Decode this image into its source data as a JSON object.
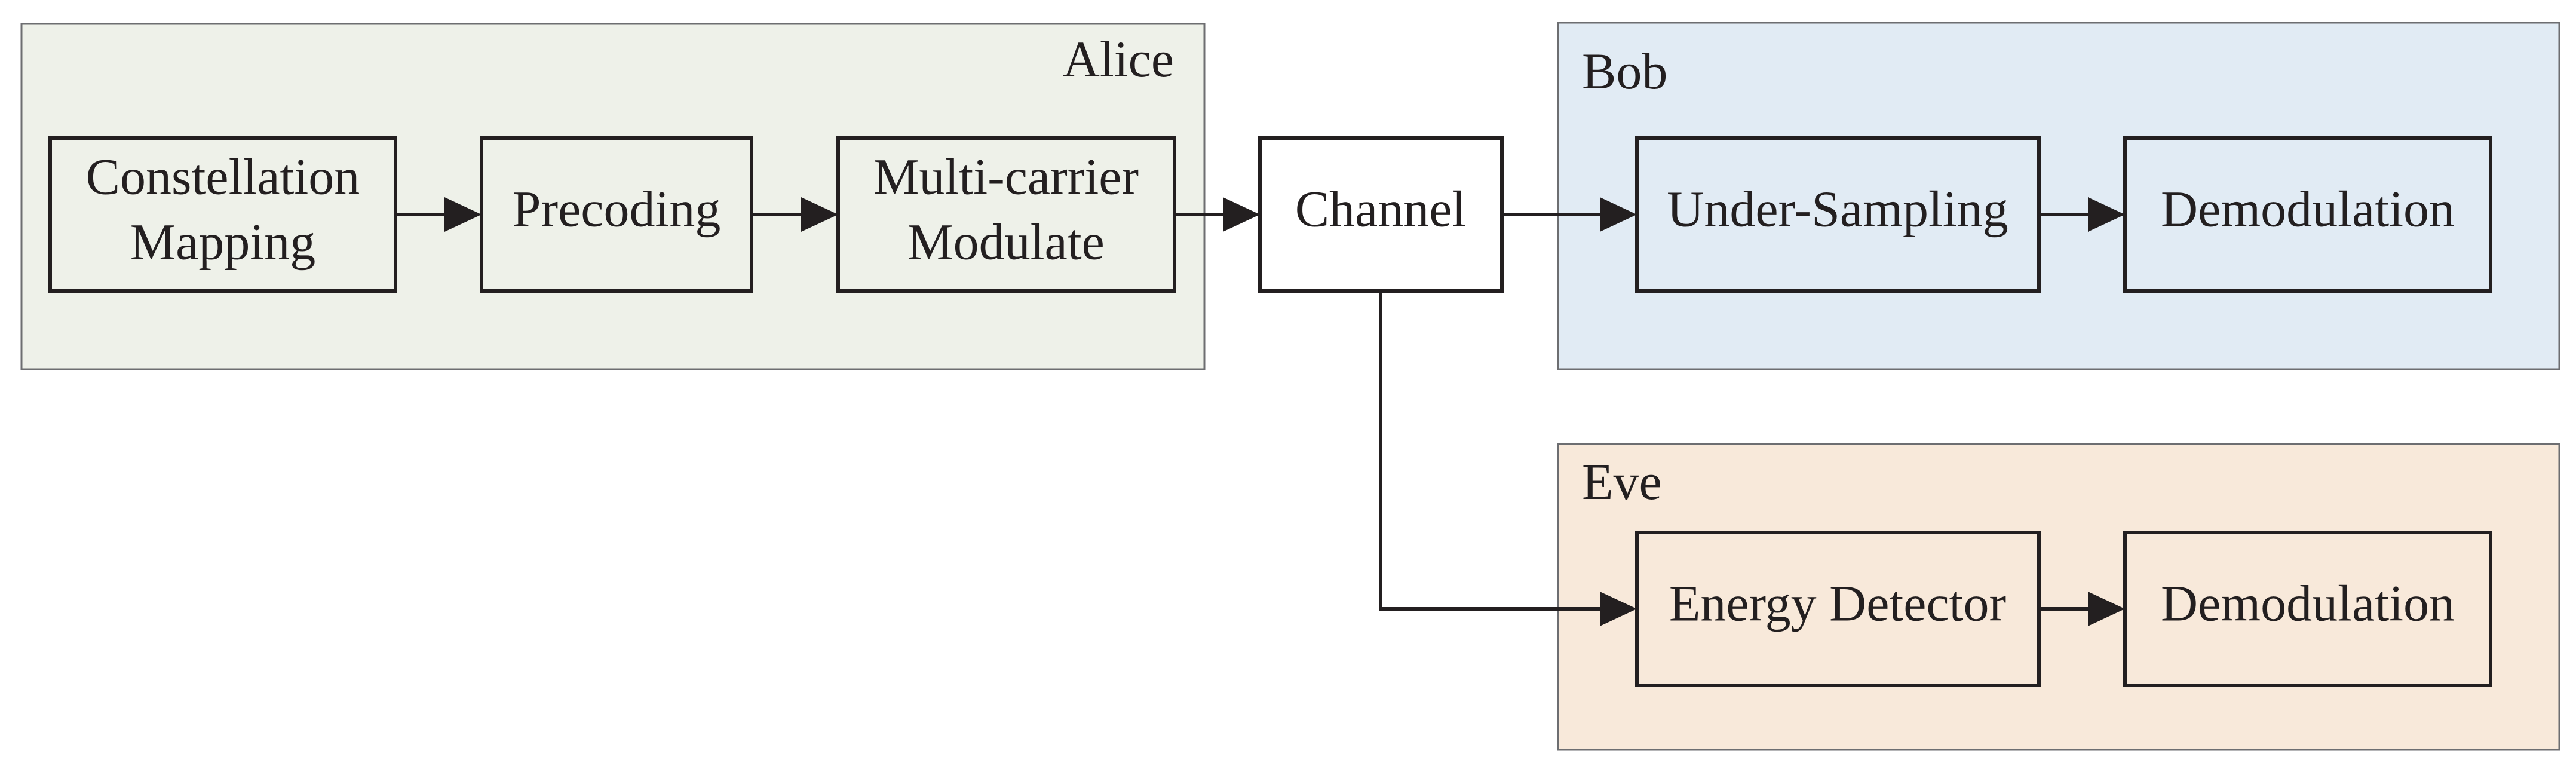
{
  "colors": {
    "alice_panel": "#eef1e9",
    "bob_panel": "#e1ebf4",
    "eve_panel": "#f8e9da",
    "block_fill_alice": "#eef1e9",
    "block_fill_bob": "#e1ebf4",
    "block_fill_eve": "#f8e9da",
    "channel_fill": "#ffffff",
    "line": "#231f20"
  },
  "groups": {
    "alice": {
      "label": "Alice"
    },
    "bob": {
      "label": "Bob"
    },
    "eve": {
      "label": "Eve"
    }
  },
  "blocks": {
    "constellation_mapping": {
      "line1": "Constellation",
      "line2": "Mapping"
    },
    "precoding": {
      "label": "Precoding"
    },
    "multicarrier": {
      "line1": "Multi-carrier",
      "line2": "Modulate"
    },
    "channel": {
      "label": "Channel"
    },
    "under_sampling": {
      "label": "Under-Sampling"
    },
    "bob_demodulation": {
      "label": "Demodulation"
    },
    "energy_detector": {
      "label": "Energy Detector"
    },
    "eve_demodulation": {
      "label": "Demodulation"
    }
  }
}
